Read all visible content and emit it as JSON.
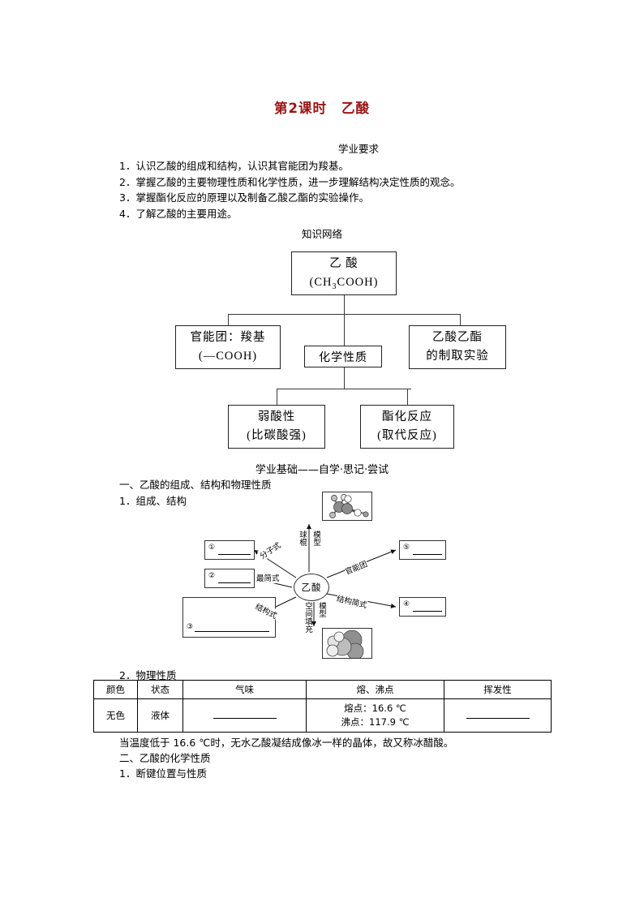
{
  "title": {
    "lesson": "第2课时",
    "topic": "乙酸"
  },
  "requirements": {
    "heading": "学业要求",
    "items": [
      "1．认识乙酸的组成和结构，认识其官能团为羧基。",
      "2．掌握乙酸的主要物理性质和化学性质，进一步理解结构决定性质的观念。",
      "3．掌握酯化反应的原理以及制备乙酸乙酯的实验操作。",
      "4．了解乙酸的主要用途。"
    ]
  },
  "network": {
    "heading": "知识网络",
    "boxes": {
      "top_line1": "乙 酸",
      "top_line2_pre": "(CH",
      "top_line2_sub": "3",
      "top_line2_post": "COOH)",
      "functional_line1": "官能团：羧基",
      "functional_line2": "(—COOH)",
      "chemical": "化学性质",
      "ester_line1": "乙酸乙酯",
      "ester_line2": "的制取实验",
      "weak_line1": "弱酸性",
      "weak_line2": "(比碳酸强)",
      "esterify_line1": "酯化反应",
      "esterify_line2": "(取代反应)"
    }
  },
  "section": {
    "heading": "学业基础——自学·思记·尝试",
    "part_one": "一、乙酸的组成、结构和物理性质",
    "item_one": "1．组成、结构"
  },
  "radial": {
    "center": "乙酸",
    "labels": {
      "molecular_formula": "分子式",
      "simplest_formula": "最简式",
      "structural_formula": "结构式",
      "ball_stick": "球棍模型",
      "ball_stick_col1": "球棍",
      "ball_stick_col2": "模型",
      "space_fill_col1": "空间填充",
      "space_fill_col2": "模型",
      "functional_group": "官能团",
      "condensed_formula": "结构简式"
    },
    "answers": {
      "a1": "①",
      "a2": "②",
      "a3": "③",
      "a4": "④",
      "a5": "⑤"
    }
  },
  "properties": {
    "label": "2．物理性质",
    "headers": [
      "颜色",
      "状态",
      "气味",
      "熔、沸点",
      "挥发性"
    ],
    "row": {
      "color": "无色",
      "state": "液体",
      "odor": "",
      "melting": "熔点：16.6 ℃",
      "boiling": "沸点：117.9 ℃",
      "volatility": ""
    }
  },
  "tail": {
    "note": "当温度低于 16.6 ℃时，无水乙酸凝结成像冰一样的晶体，故又称冰醋酸。",
    "part_two": "二、乙酸的化学性质",
    "item_one": "1．断键位置与性质"
  },
  "colors": {
    "title": "#9c1414",
    "line": "#3a3a3a",
    "border": "#222222"
  }
}
